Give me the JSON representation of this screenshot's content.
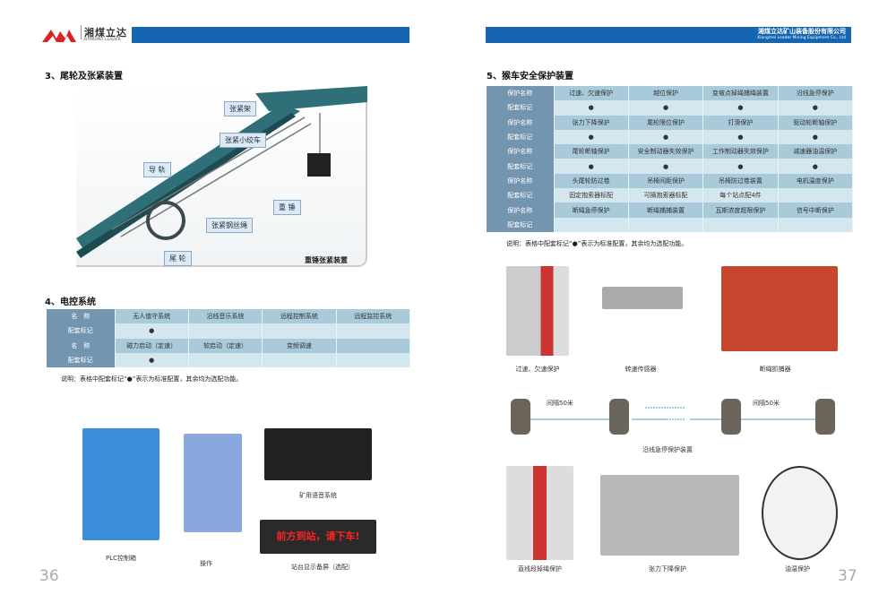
{
  "header": {
    "logo_cn": "湘煤立达",
    "logo_en": "XIANGMEI LEADER",
    "company_cn": "湘煤立达矿山装备股份有限公司",
    "company_en": "Xiangmei Leader Mining Equipment Co., Ltd"
  },
  "section3": {
    "title": "3、尾轮及张紧装置",
    "labels": [
      "张紧架",
      "张紧小绞车",
      "导 轨",
      "重 锤",
      "张紧钢丝绳",
      "尾 轮"
    ],
    "caption": "重锤张紧装置"
  },
  "section4": {
    "title": "4、电控系统",
    "rows": [
      [
        "名　称",
        "无人值守系统",
        "沿线音乐系统",
        "远程控制系统",
        "远程监控系统"
      ],
      [
        "配套标记",
        "●",
        "",
        "",
        ""
      ],
      [
        "名　称",
        "磁力启动（定速）",
        "软启动（定速）",
        "变频调速",
        ""
      ],
      [
        "配套标记",
        "●",
        "",
        "",
        ""
      ]
    ],
    "note": "说明：表格中配套标记“●”表示为标准配置，其余均为选配功能。",
    "photos": [
      "PLC控制箱",
      "操作",
      "矿用语音系统",
      "站台显示备屏（选配）"
    ],
    "led_text": "前方到站，请下车!"
  },
  "section5": {
    "title": "5、猴车安全保护装置",
    "rows": [
      [
        "保护名称",
        "过速、欠速保护",
        "越位保护",
        "变坡点掉绳捕绳装置",
        "沿线急停保护"
      ],
      [
        "配套标记",
        "●",
        "●",
        "●",
        "●"
      ],
      [
        "保护名称",
        "张力下降保护",
        "尾轮限位保护",
        "打滑保护",
        "驱动轮断轴保护"
      ],
      [
        "配套标记",
        "●",
        "●",
        "●",
        "●"
      ],
      [
        "保护名称",
        "尾轮断轴保护",
        "安全制动器失效保护",
        "工作制动器失效保护",
        "减速器油温保护"
      ],
      [
        "配套标记",
        "●",
        "●",
        "●",
        "●"
      ],
      [
        "保护名称",
        "头尾轮防过卷",
        "吊椅间距保护",
        "吊椅防过卷装置",
        "电机温度保护"
      ],
      [
        "配套标记",
        "固定抱索器标配",
        "可摘抱索器标配",
        "每个站点配4件",
        ""
      ],
      [
        "保护名称",
        "断绳急停保护",
        "断绳捕捕装置",
        "瓦斯浓度超限保护",
        "信号中断保护"
      ],
      [
        "配套标记",
        "",
        "",
        "",
        ""
      ]
    ],
    "note": "说明：表格中配套标记“●”表示为标准配置，其余均为选配功能。",
    "captions": [
      "过速、欠速保护",
      "转速传感器",
      "断绳抓捕器",
      "沿线急停保护装置",
      "直线段掉绳保护",
      "张力下降保护",
      "油温保护"
    ],
    "interval": [
      "间隔50米",
      "间隔50米"
    ]
  },
  "pages": {
    "left": "36",
    "right": "37"
  }
}
